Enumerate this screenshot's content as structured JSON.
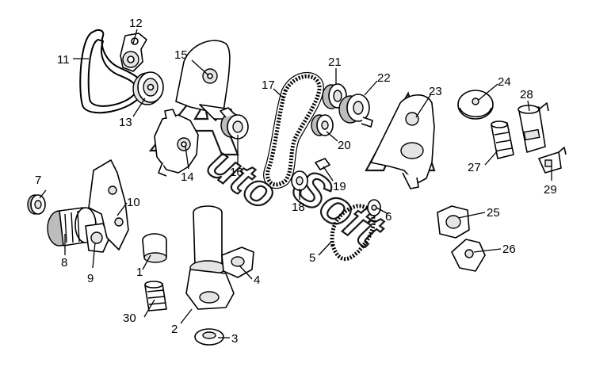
{
  "watermark": {
    "logo_text": "AutoSoft"
  },
  "callouts": [
    {
      "id": "1",
      "label": "1"
    },
    {
      "id": "2",
      "label": "2"
    },
    {
      "id": "3",
      "label": "3"
    },
    {
      "id": "4",
      "label": "4"
    },
    {
      "id": "5",
      "label": "5"
    },
    {
      "id": "6",
      "label": "6"
    },
    {
      "id": "7",
      "label": "7"
    },
    {
      "id": "8",
      "label": "8"
    },
    {
      "id": "9",
      "label": "9"
    },
    {
      "id": "10",
      "label": "10"
    },
    {
      "id": "11",
      "label": "11"
    },
    {
      "id": "12",
      "label": "12"
    },
    {
      "id": "13",
      "label": "13"
    },
    {
      "id": "14",
      "label": "14"
    },
    {
      "id": "15",
      "label": "15"
    },
    {
      "id": "16",
      "label": "16"
    },
    {
      "id": "17",
      "label": "17"
    },
    {
      "id": "18",
      "label": "18"
    },
    {
      "id": "19",
      "label": "19"
    },
    {
      "id": "20",
      "label": "20"
    },
    {
      "id": "21",
      "label": "21"
    },
    {
      "id": "22",
      "label": "22"
    },
    {
      "id": "23",
      "label": "23"
    },
    {
      "id": "24",
      "label": "24"
    },
    {
      "id": "25",
      "label": "25"
    },
    {
      "id": "26",
      "label": "26"
    },
    {
      "id": "27",
      "label": "27"
    },
    {
      "id": "28",
      "label": "28"
    },
    {
      "id": "29",
      "label": "29"
    },
    {
      "id": "30",
      "label": "30"
    }
  ]
}
